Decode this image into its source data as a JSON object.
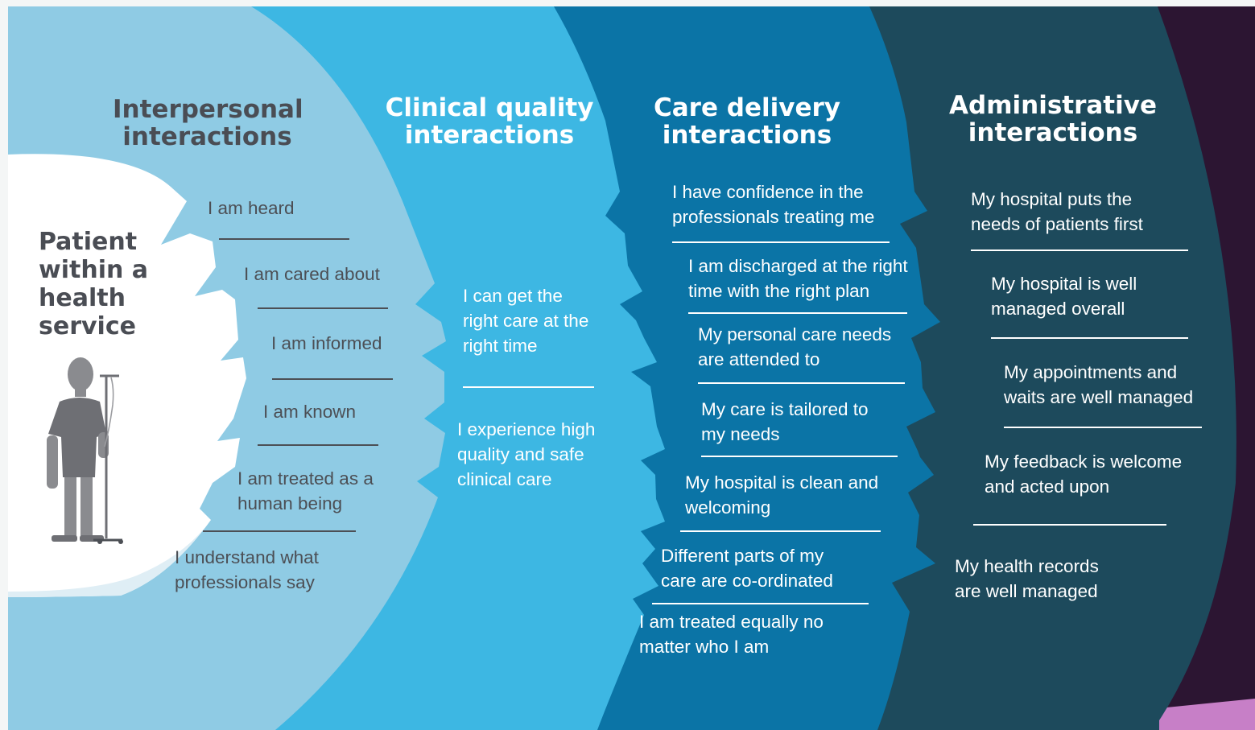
{
  "colors": {
    "outer_band": "#2c1532",
    "administrative_band": "#1d4a5c",
    "care_delivery_band": "#0b74a6",
    "clinical_quality_band": "#3db7e3",
    "interpersonal_band": "#8fcbe4",
    "patient_center": "#ffffff",
    "bottom_accent": "#c77fc7"
  },
  "patient": {
    "title_lines": [
      "Patient",
      "within a",
      "health",
      "service"
    ],
    "icon": "patient-with-iv-drip-icon"
  },
  "interpersonal": {
    "heading_lines": [
      "Interpersonal",
      "interactions"
    ],
    "items": [
      {
        "lines": [
          "I am heard"
        ]
      },
      {
        "lines": [
          "I am cared about"
        ]
      },
      {
        "lines": [
          "I am informed"
        ]
      },
      {
        "lines": [
          "I am known"
        ]
      },
      {
        "lines": [
          "I am treated as a",
          "human being"
        ]
      },
      {
        "lines": [
          "I understand what",
          "professionals say"
        ]
      }
    ]
  },
  "clinical_quality": {
    "heading_lines": [
      "Clinical quality",
      "interactions"
    ],
    "items": [
      {
        "lines": [
          "I can get the",
          "right care at the",
          "right time"
        ]
      },
      {
        "lines": [
          "I experience high",
          "quality and safe",
          "clinical care"
        ]
      }
    ]
  },
  "care_delivery": {
    "heading_lines": [
      "Care delivery",
      "interactions"
    ],
    "items": [
      {
        "lines": [
          "I have confidence in the",
          "professionals treating me"
        ]
      },
      {
        "lines": [
          "I am discharged at the right",
          "time with the right plan"
        ]
      },
      {
        "lines": [
          "My personal care needs",
          "are attended to"
        ]
      },
      {
        "lines": [
          "My care is tailored to",
          "my needs"
        ]
      },
      {
        "lines": [
          "My hospital is clean and",
          "welcoming"
        ]
      },
      {
        "lines": [
          "Different parts of my",
          "care are co-ordinated"
        ]
      },
      {
        "lines": [
          "I am treated equally no",
          "matter who I am"
        ]
      }
    ]
  },
  "administrative": {
    "heading_lines": [
      "Administrative",
      "interactions"
    ],
    "items": [
      {
        "lines": [
          "My hospital puts the",
          "needs of patients first"
        ]
      },
      {
        "lines": [
          "My hospital is well",
          "managed overall"
        ]
      },
      {
        "lines": [
          "My appointments and",
          "waits are well managed"
        ]
      },
      {
        "lines": [
          "My feedback is welcome",
          "and acted upon"
        ]
      },
      {
        "lines": [
          "My health records",
          "are well managed"
        ]
      }
    ]
  }
}
